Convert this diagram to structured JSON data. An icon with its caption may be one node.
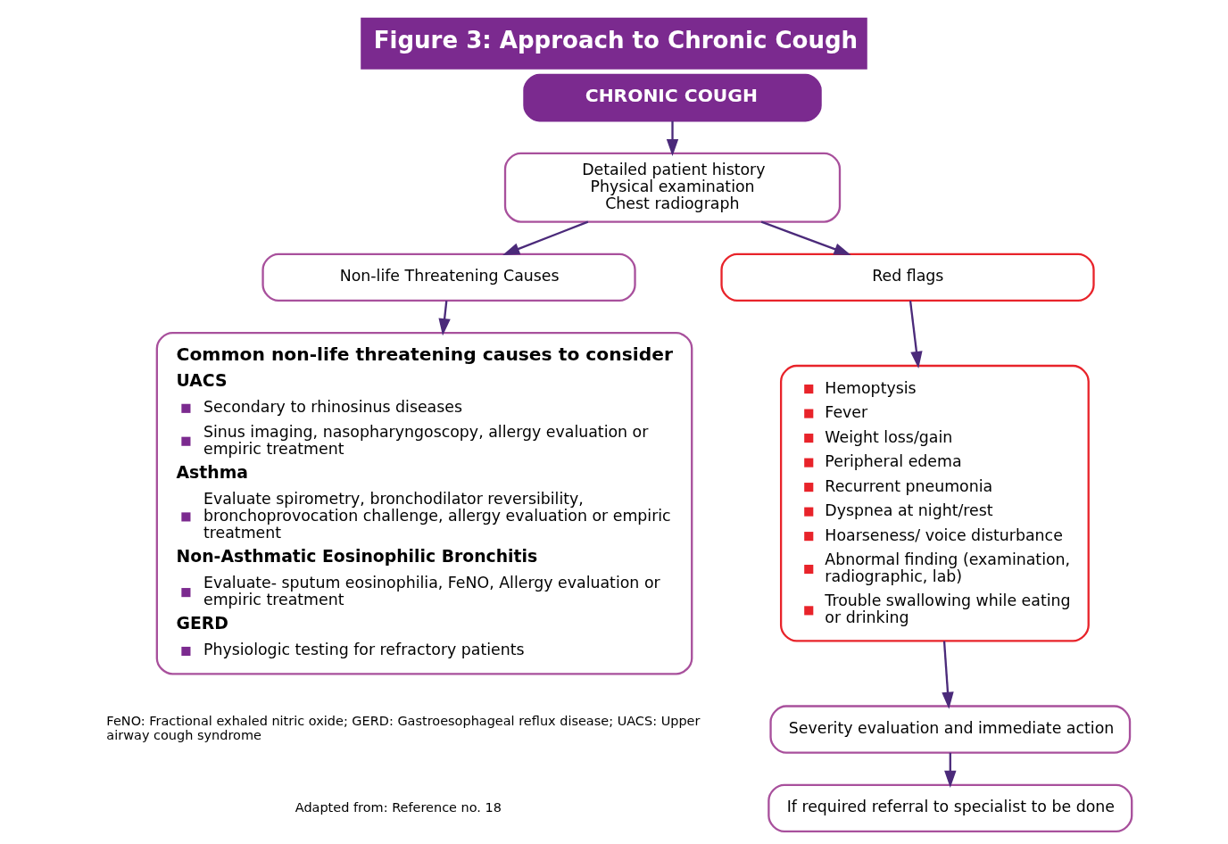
{
  "diagram": {
    "title": "Figure 3: Approach to Chronic Cough",
    "nodes": [
      {
        "text": [
          "CHRONIC COUGH"
        ]
      },
      {
        "text": [
          "Detailed patient history",
          "Physical examination",
          "Chest radiograph"
        ]
      },
      {
        "text": [
          "Non-life Threatening Causes"
        ]
      },
      {
        "text": [
          "Red flags"
        ]
      },
      {
        "text": [
          "Common non-life threatening causes to consider",
          "UACS",
          "Secondary to rhinosinus diseases",
          "Sinus imaging, nasopharyngoscopy, allergy evaluation or empiric treatment",
          "Asthma",
          "Evaluate spirometry, bronchodilator reversibility, bronchoprovocation challenge, allergy evaluation or empiric treatment",
          "Non-Asthmatic Eosinophilic Bronchitis",
          "Evaluate- sputum eosinophilia, FeNO, Allergy evaluation or empiric treatment",
          "GERD",
          "Physiologic testing for refractory patients"
        ]
      },
      {
        "text": [
          "Hemoptysis",
          "Fever",
          "Weight loss/gain",
          "Peripheral edema",
          "Recurrent pneumonia",
          "Dyspnea at night/rest",
          "Hoarseness/ voice disturbance",
          "Abnormal finding (examination, radiographic, lab)",
          "Trouble swallowing while eating or drinking"
        ]
      },
      {
        "text": [
          "Severity evaluation and immediate action"
        ]
      },
      {
        "text": [
          "If required referral to specialist to be done"
        ]
      }
    ],
    "edges": [
      {
        "from": 0,
        "to": 1,
        "arrow": "to"
      },
      {
        "from": 1,
        "to": 2,
        "arrow": "to"
      },
      {
        "from": 1,
        "to": 3,
        "arrow": "to"
      },
      {
        "from": 2,
        "to": 4,
        "arrow": "to"
      },
      {
        "from": 3,
        "to": 5,
        "arrow": "to"
      },
      {
        "from": 5,
        "to": 6,
        "arrow": "to"
      },
      {
        "from": 6,
        "to": 7,
        "arrow": "to"
      }
    ],
    "labels": [
      "FeNO: Fractional exhaled nitric oxide; GERD: Gastroesophageal reflux disease; UACS: Upper airway cough syndrome",
      "Adapted from: Reference no. 18"
    ]
  }
}
